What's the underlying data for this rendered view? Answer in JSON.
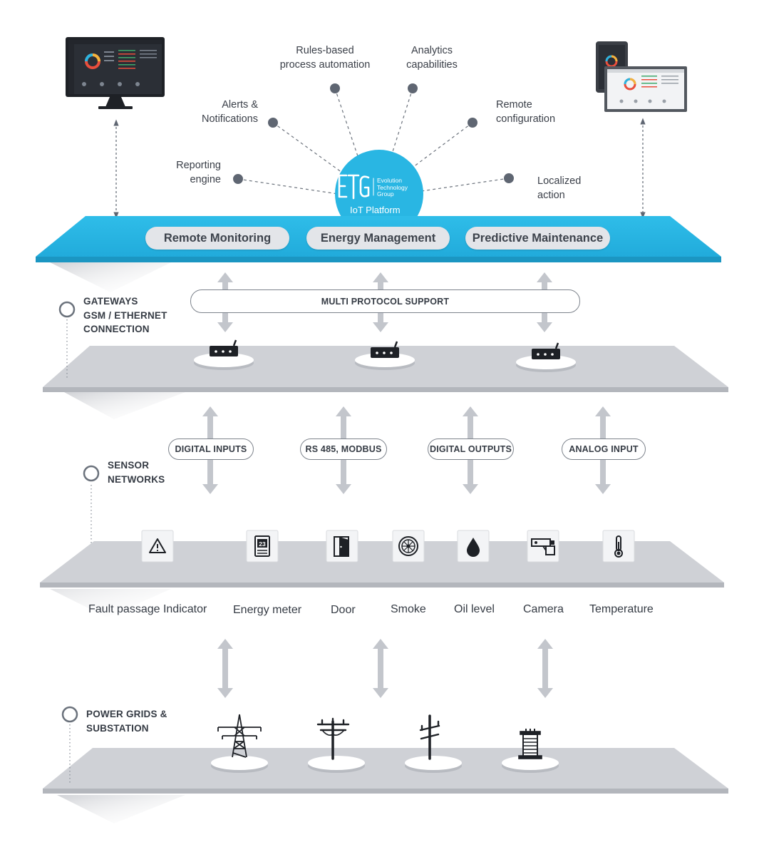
{
  "platform": {
    "logo_text": "ETG",
    "company": "Evolution Technology Group",
    "company_lines": [
      "Evolution",
      "Technology",
      "Group"
    ],
    "name": "IoT Platform",
    "color": "#29b6e3"
  },
  "features": {
    "rules": [
      "Rules-based",
      "process automation"
    ],
    "analytics": [
      "Analytics",
      "capabilities"
    ],
    "alerts": [
      "Alerts &",
      "Notifications"
    ],
    "remote_config": [
      "Remote",
      "configuration"
    ],
    "reporting": [
      "Reporting",
      "engine"
    ],
    "localized": [
      "Localized",
      "action"
    ]
  },
  "services": [
    "Remote Monitoring",
    "Energy Management",
    "Predictive Maintenance"
  ],
  "gateways": {
    "label": [
      "GATEWAYS",
      "GSM / ETHERNET",
      "CONNECTION"
    ],
    "protocol": "MULTI PROTOCOL SUPPORT",
    "icon": "router-icon"
  },
  "sensor_networks": {
    "label": [
      "SENSOR",
      "NETWORKS"
    ],
    "interfaces": [
      "DIGITAL INPUTS",
      "RS 485, MODBUS",
      "DIGITAL OUTPUTS",
      "ANALOG INPUT"
    ],
    "sensors": [
      {
        "name": "Fault passage Indicator",
        "icon": "warning-icon"
      },
      {
        "name": "Energy meter",
        "icon": "meter-icon",
        "display": "23"
      },
      {
        "name": "Door",
        "icon": "door-icon"
      },
      {
        "name": "Smoke",
        "icon": "smoke-detector-icon"
      },
      {
        "name": "Oil level",
        "icon": "oil-drop-icon"
      },
      {
        "name": "Camera",
        "icon": "camera-icon"
      },
      {
        "name": "Temperature",
        "icon": "thermometer-icon"
      }
    ]
  },
  "power_grids": {
    "label": [
      "POWER GRIDS &",
      "SUBSTATION"
    ],
    "assets": [
      "transmission-tower-icon",
      "utility-pole-icon",
      "distribution-pole-icon",
      "transformer-icon"
    ]
  },
  "colors": {
    "layer_grey": "#cfd1d6",
    "layer_edge": "#b3b6bc",
    "arrow": "#c3c6cc",
    "dark": "#3a3f48",
    "dot": "#5f6672"
  }
}
